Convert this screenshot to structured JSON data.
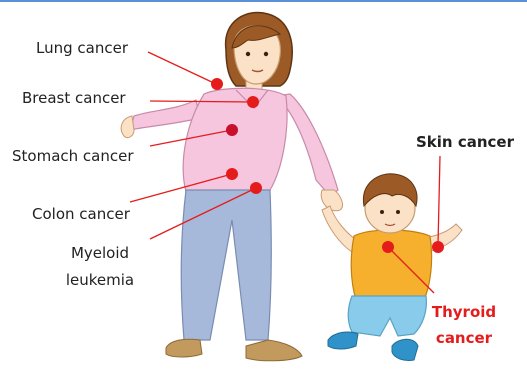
{
  "labels": {
    "lung": "Lung cancer",
    "breast": "Breast cancer",
    "stomach": "Stomach cancer",
    "colon": "Colon cancer",
    "myeloid_line1": "Myeloid",
    "myeloid_line2": "leukemia",
    "skin": "Skin cancer",
    "thyroid_line1": "Thyroid",
    "thyroid_line2": "cancer"
  },
  "colors": {
    "marker": "#e51c1c",
    "stomach_marker": "#c8102e",
    "thyroid_text": "#e51c1c",
    "adult_shirt": "#f6c6df",
    "adult_pants": "#a7b9da",
    "child_shirt": "#f6b02e",
    "child_pants": "#88cbea",
    "hair": "#9c5a26",
    "skin": "#fbe2c6"
  }
}
